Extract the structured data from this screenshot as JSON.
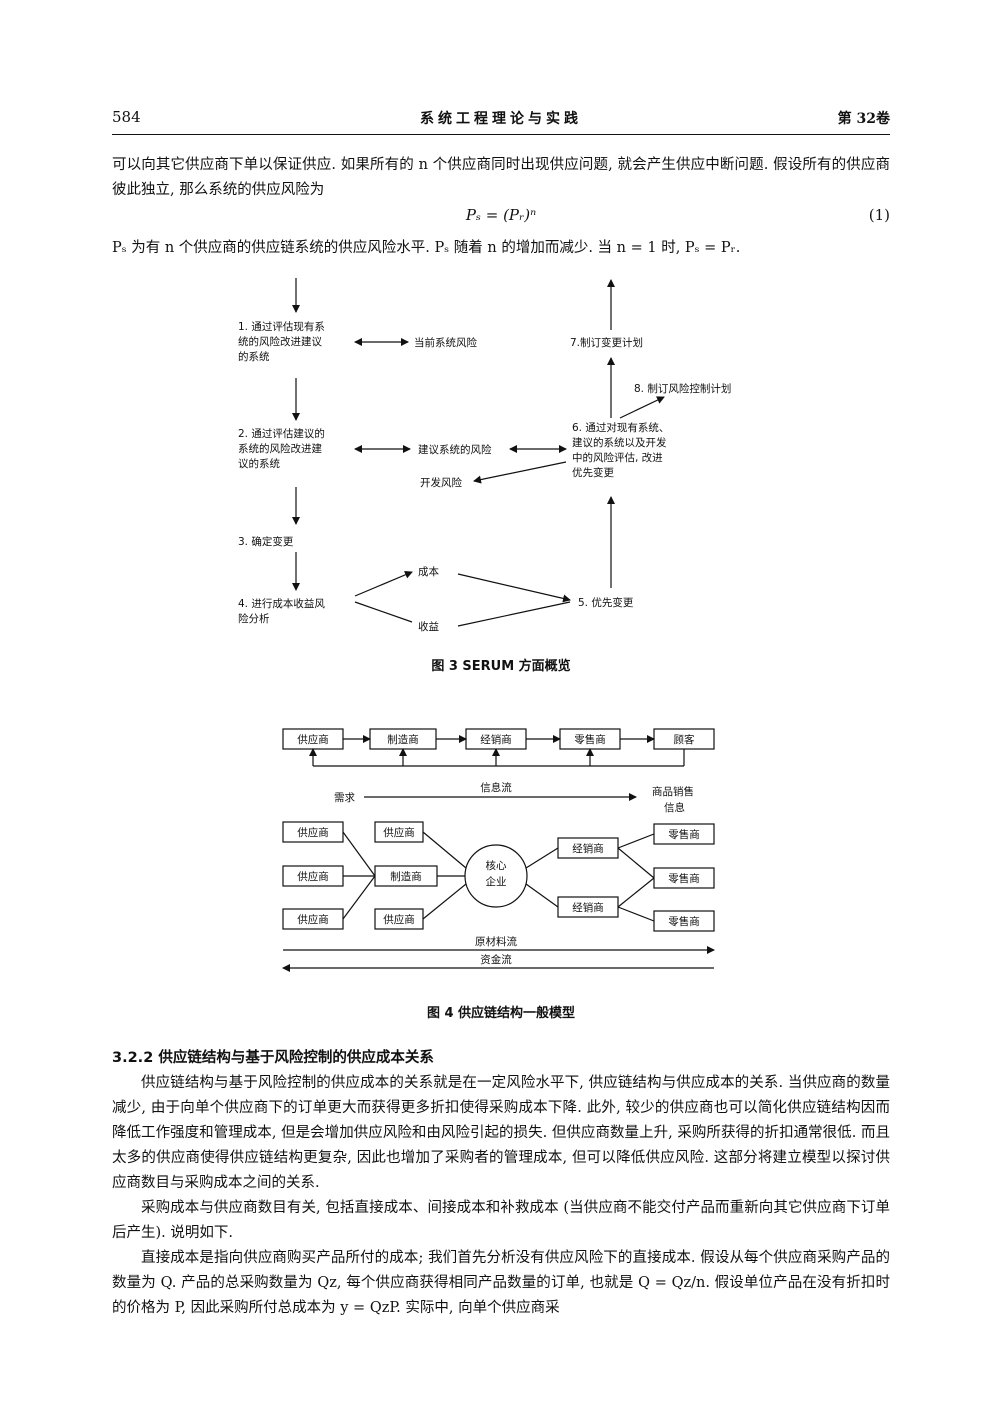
{
  "header": {
    "page_number": "584",
    "journal_title": "系统工程理论与实践",
    "volume": "第 32卷"
  },
  "intro_paragraph": "可以向其它供应商下单以保证供应. 如果所有的 n 个供应商同时出现供应问题, 就会产生供应中断问题. 假设所有的供应商彼此独立, 那么系统的供应风险为",
  "equation": {
    "formula": "Pₛ = (Pᵣ)ⁿ",
    "number": "(1)"
  },
  "after_equation": "Pₛ 为有 n 个供应商的供应链系统的供应风险水平. Pₛ 随着 n 的增加而减少. 当 n = 1 时, Pₛ = Pᵣ.",
  "figure3": {
    "step1": [
      "1. 通过评估现有系",
      "统的风险改进建议",
      "的系统"
    ],
    "current_risk": "当前系统风险",
    "step7": "7.制订变更计划",
    "step8": "8. 制订风险控制计划",
    "step2": [
      "2. 通过评估建议的",
      "系统的风险改进建",
      "议的系统"
    ],
    "proposed_risk": "建议系统的风险",
    "step6": [
      "6. 通过对现有系统、",
      "建议的系统以及开发",
      "中的风险评估, 改进",
      "优先变更"
    ],
    "dev_risk": "开发风险",
    "step3": "3. 确定变更",
    "cost": "成本",
    "step4": [
      "4. 进行成本收益风",
      "险分析"
    ],
    "benefit": "收益",
    "step5": "5. 优先变更",
    "caption": "图 3 SERUM 方面概览"
  },
  "figure4": {
    "chain": [
      "供应商",
      "制造商",
      "经销商",
      "零售商",
      "顾客"
    ],
    "demand": "需求",
    "info_flow": "信息流",
    "sales_info": [
      "商品销售",
      "信息"
    ],
    "left_suppliers": [
      "供应商",
      "供应商",
      "供应商"
    ],
    "mid_column": [
      "供应商",
      "制造商",
      "供应商"
    ],
    "core": [
      "核心",
      "企业"
    ],
    "distributors": [
      "经销商",
      "经销商"
    ],
    "retailers": [
      "零售商",
      "零售商",
      "零售商"
    ],
    "material_flow": "原材料流",
    "capital_flow": "资金流",
    "caption": "图 4 供应链结构一般模型"
  },
  "section": {
    "title": "3.2.2  供应链结构与基于风险控制的供应成本关系",
    "paragraphs": [
      "供应链结构与基于风险控制的供应成本的关系就是在一定风险水平下, 供应链结构与供应成本的关系. 当供应商的数量减少, 由于向单个供应商下的订单更大而获得更多折扣使得采购成本下降. 此外, 较少的供应商也可以简化供应链结构因而降低工作强度和管理成本, 但是会增加供应风险和由风险引起的损失. 但供应商数量上升, 采购所获得的折扣通常很低. 而且太多的供应商使得供应链结构更复杂, 因此也增加了采购者的管理成本, 但可以降低供应风险. 这部分将建立模型以探讨供应商数目与采购成本之间的关系.",
      "采购成本与供应商数目有关, 包括直接成本、间接成本和补救成本 (当供应商不能交付产品而重新向其它供应商下订单后产生). 说明如下.",
      "直接成本是指向供应商购买产品所付的成本; 我们首先分析没有供应风险下的直接成本. 假设从每个供应商采购产品的数量为 Q. 产品的总采购数量为 Qz, 每个供应商获得相同产品数量的订单, 也就是 Q = Qz/n. 假设单位产品在没有折扣时的价格为 P, 因此采购所付总成本为 y = QzP. 实际中, 向单个供应商采"
    ]
  }
}
